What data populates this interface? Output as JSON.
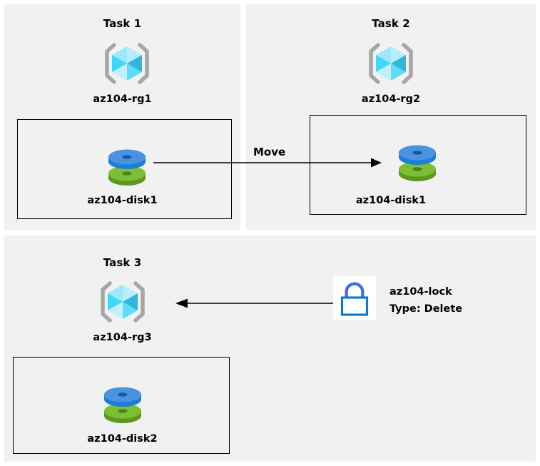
{
  "diagram": {
    "background_color": "#ffffff",
    "panel_color": "#f1f1f1",
    "line_color": "#000000"
  },
  "panels": [
    {
      "id": "task1",
      "title": "Task 1",
      "resource_group": {
        "icon": "resource-group-icon",
        "label": "az104-rg1"
      },
      "resource": {
        "icon": "managed-disk-icon",
        "label": "az104-disk1"
      }
    },
    {
      "id": "task2",
      "title": "Task 2",
      "resource_group": {
        "icon": "resource-group-icon",
        "label": "az104-rg2"
      },
      "resource": {
        "icon": "managed-disk-icon",
        "label": "az104-disk1"
      }
    },
    {
      "id": "task3",
      "title": "Task 3",
      "resource_group": {
        "icon": "resource-group-icon",
        "label": "az104-rg3"
      },
      "resource": {
        "icon": "managed-disk-icon",
        "label": "az104-disk2"
      }
    }
  ],
  "connectors": [
    {
      "id": "move-arrow",
      "label": "Move",
      "direction": "right",
      "from": "az104-disk1 in az104-rg1",
      "to": "az104-disk1 in az104-rg2"
    },
    {
      "id": "lock-arrow",
      "label": "",
      "direction": "left",
      "from": "az104-lock",
      "to": "az104-rg3"
    }
  ],
  "lock": {
    "icon": "lock-icon",
    "name": "az104-lock",
    "type_line": "Type: Delete",
    "tile_background": "#ffffff",
    "body_color": "#0a7bd4",
    "shackle_color": "#7a5df0"
  },
  "icon_colors": {
    "cube_light": "#9ee8fb",
    "cube_mid": "#42d7f7",
    "cube_dark": "#2fb6dd",
    "bracket": "#a6a6a6",
    "disk_blue_top": "#4b92e0",
    "disk_blue_side": "#1b7fd4",
    "disk_green_top": "#7bbf35",
    "disk_green_side": "#5e9622"
  }
}
